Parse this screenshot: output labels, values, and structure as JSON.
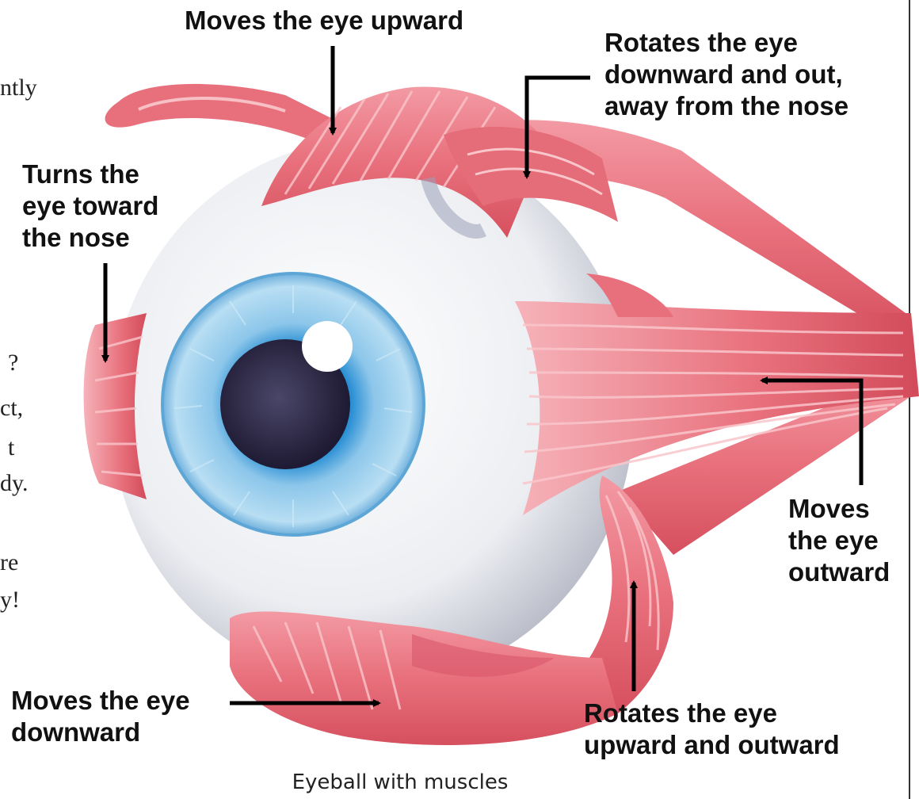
{
  "left_text_fragments": [
    "ntly",
    "?",
    "ct,",
    "t",
    "dy.",
    "re",
    "y!"
  ],
  "labels": {
    "superior_rectus": [
      "Moves the eye upward"
    ],
    "superior_oblique": [
      "Rotates the eye",
      "downward and out,",
      "away from the nose"
    ],
    "medial_rectus": [
      "Turns the",
      "eye toward",
      "the nose"
    ],
    "lateral_rectus": [
      "Moves",
      "the eye",
      "outward"
    ],
    "inferior_rectus": [
      "Moves the eye",
      "downward"
    ],
    "inferior_oblique": [
      "Rotates the eye",
      "upward and outward"
    ]
  },
  "caption": "Eyeball with muscles",
  "colors": {
    "muscle": "#e86c78",
    "muscle_light": "#f5a3ab",
    "muscle_dark": "#c94556",
    "sclera": "#eef0f4",
    "iris": "#7fbde6",
    "iris_ring": "#1f8fd6",
    "pupil": "#2a2640",
    "arrow": "#000000"
  }
}
